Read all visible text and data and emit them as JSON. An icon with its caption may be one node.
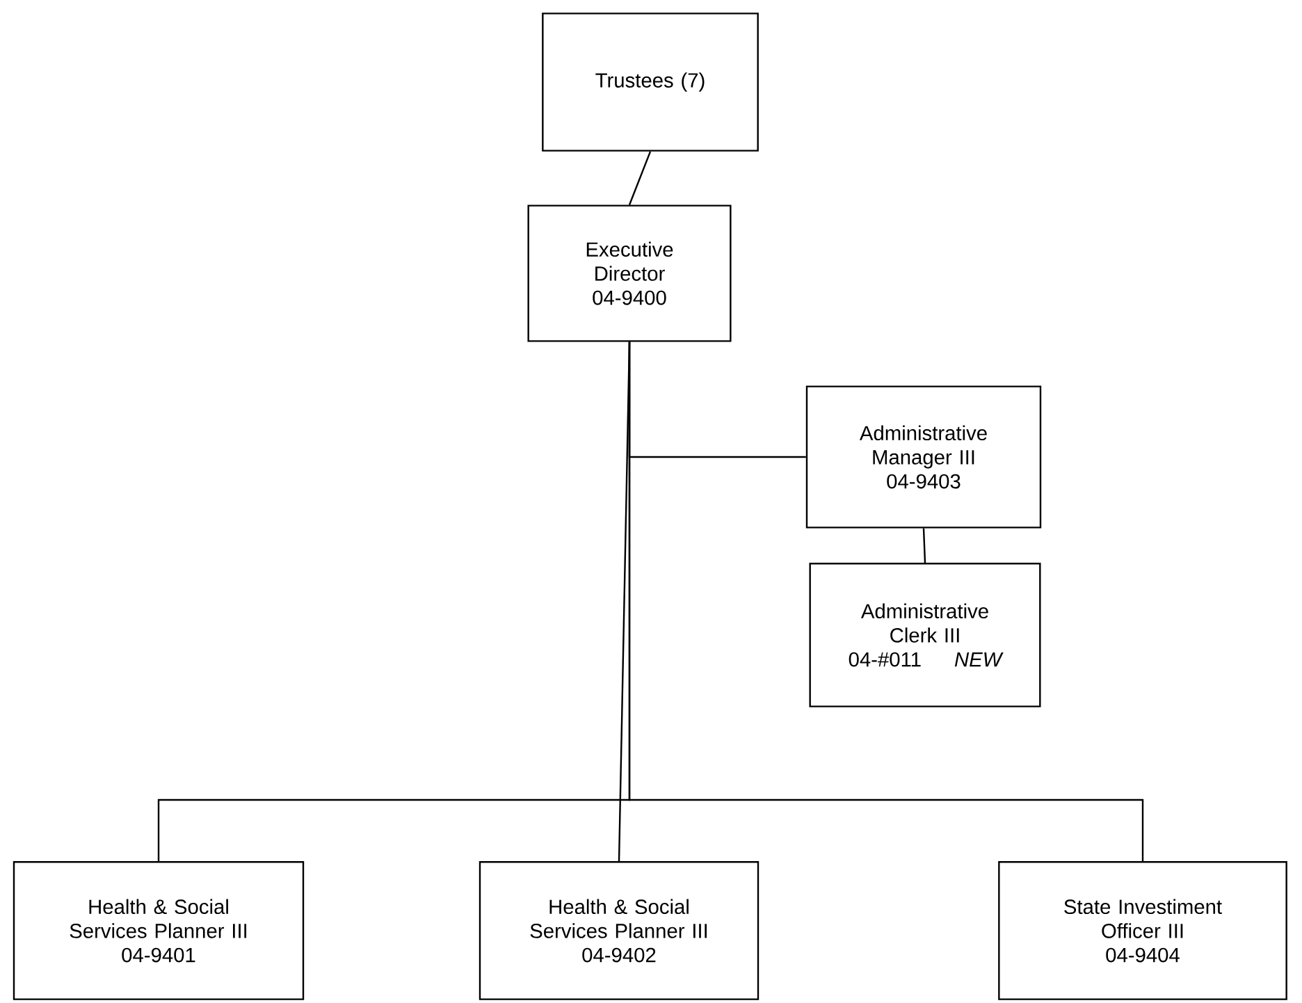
{
  "diagram": {
    "nodes": [
      {
        "text": [
          "Trustees (7)"
        ]
      },
      {
        "text": [
          "Executive Director",
          "04-9400"
        ]
      },
      {
        "text": [
          "Administrative Manager III",
          "04-9403"
        ]
      },
      {
        "text": [
          "Administrative Clerk III",
          "04-#011",
          "NEW"
        ]
      },
      {
        "text": [
          "Health & Social Services Planner III",
          "04-9401"
        ]
      },
      {
        "text": [
          "Health & Social Services Planner III",
          "04-9402"
        ]
      },
      {
        "text": [
          "State Investiment Officer III",
          "04-9404"
        ]
      }
    ],
    "edges": [
      {
        "from": 0,
        "to": 1,
        "arrow": "none"
      },
      {
        "from": 1,
        "to": 2,
        "arrow": "none"
      },
      {
        "from": 2,
        "to": 3,
        "arrow": "none"
      },
      {
        "from": 1,
        "to": 4,
        "arrow": "none"
      },
      {
        "from": 1,
        "to": 5,
        "arrow": "none"
      },
      {
        "from": 1,
        "to": 6,
        "arrow": "none"
      }
    ]
  }
}
